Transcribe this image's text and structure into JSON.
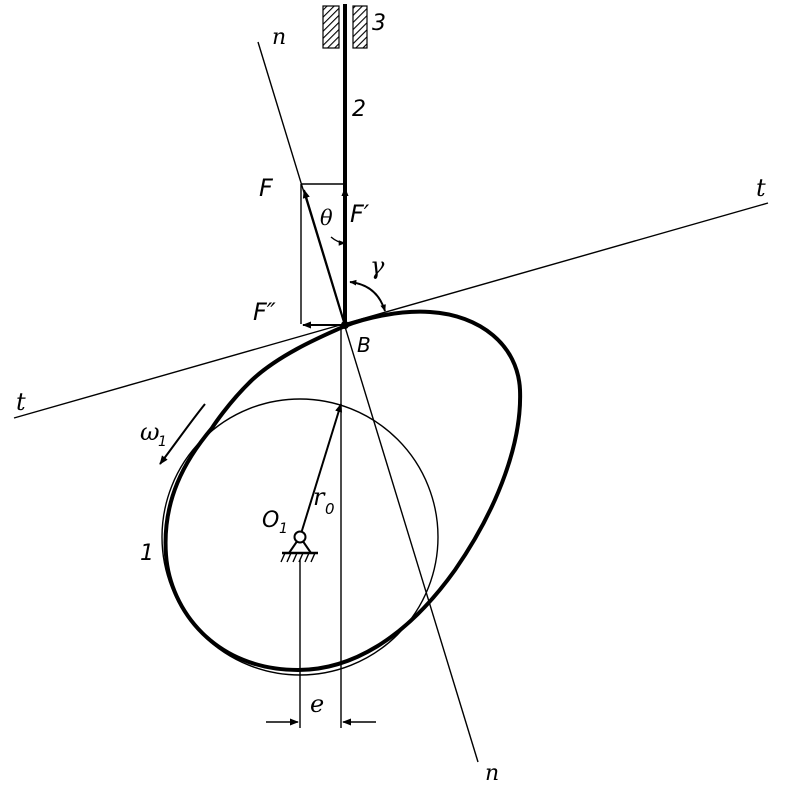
{
  "labels": {
    "n_top": "n",
    "n_bottom": "n",
    "t_right": "t",
    "t_left": "t",
    "guide": "3",
    "follower": "2",
    "cam": "1",
    "force_F": "F",
    "force_F_prime": "F′",
    "force_F_double_prime": "F″",
    "theta": "θ",
    "gamma": "γ",
    "point_B": "B",
    "omega_base": "ω",
    "omega_sub": "1",
    "center_base": "O",
    "center_sub": "1",
    "radius_base": "r",
    "radius_sub": "0",
    "offset": "e"
  },
  "colors": {
    "ink": "#000000",
    "paper": "#ffffff"
  }
}
